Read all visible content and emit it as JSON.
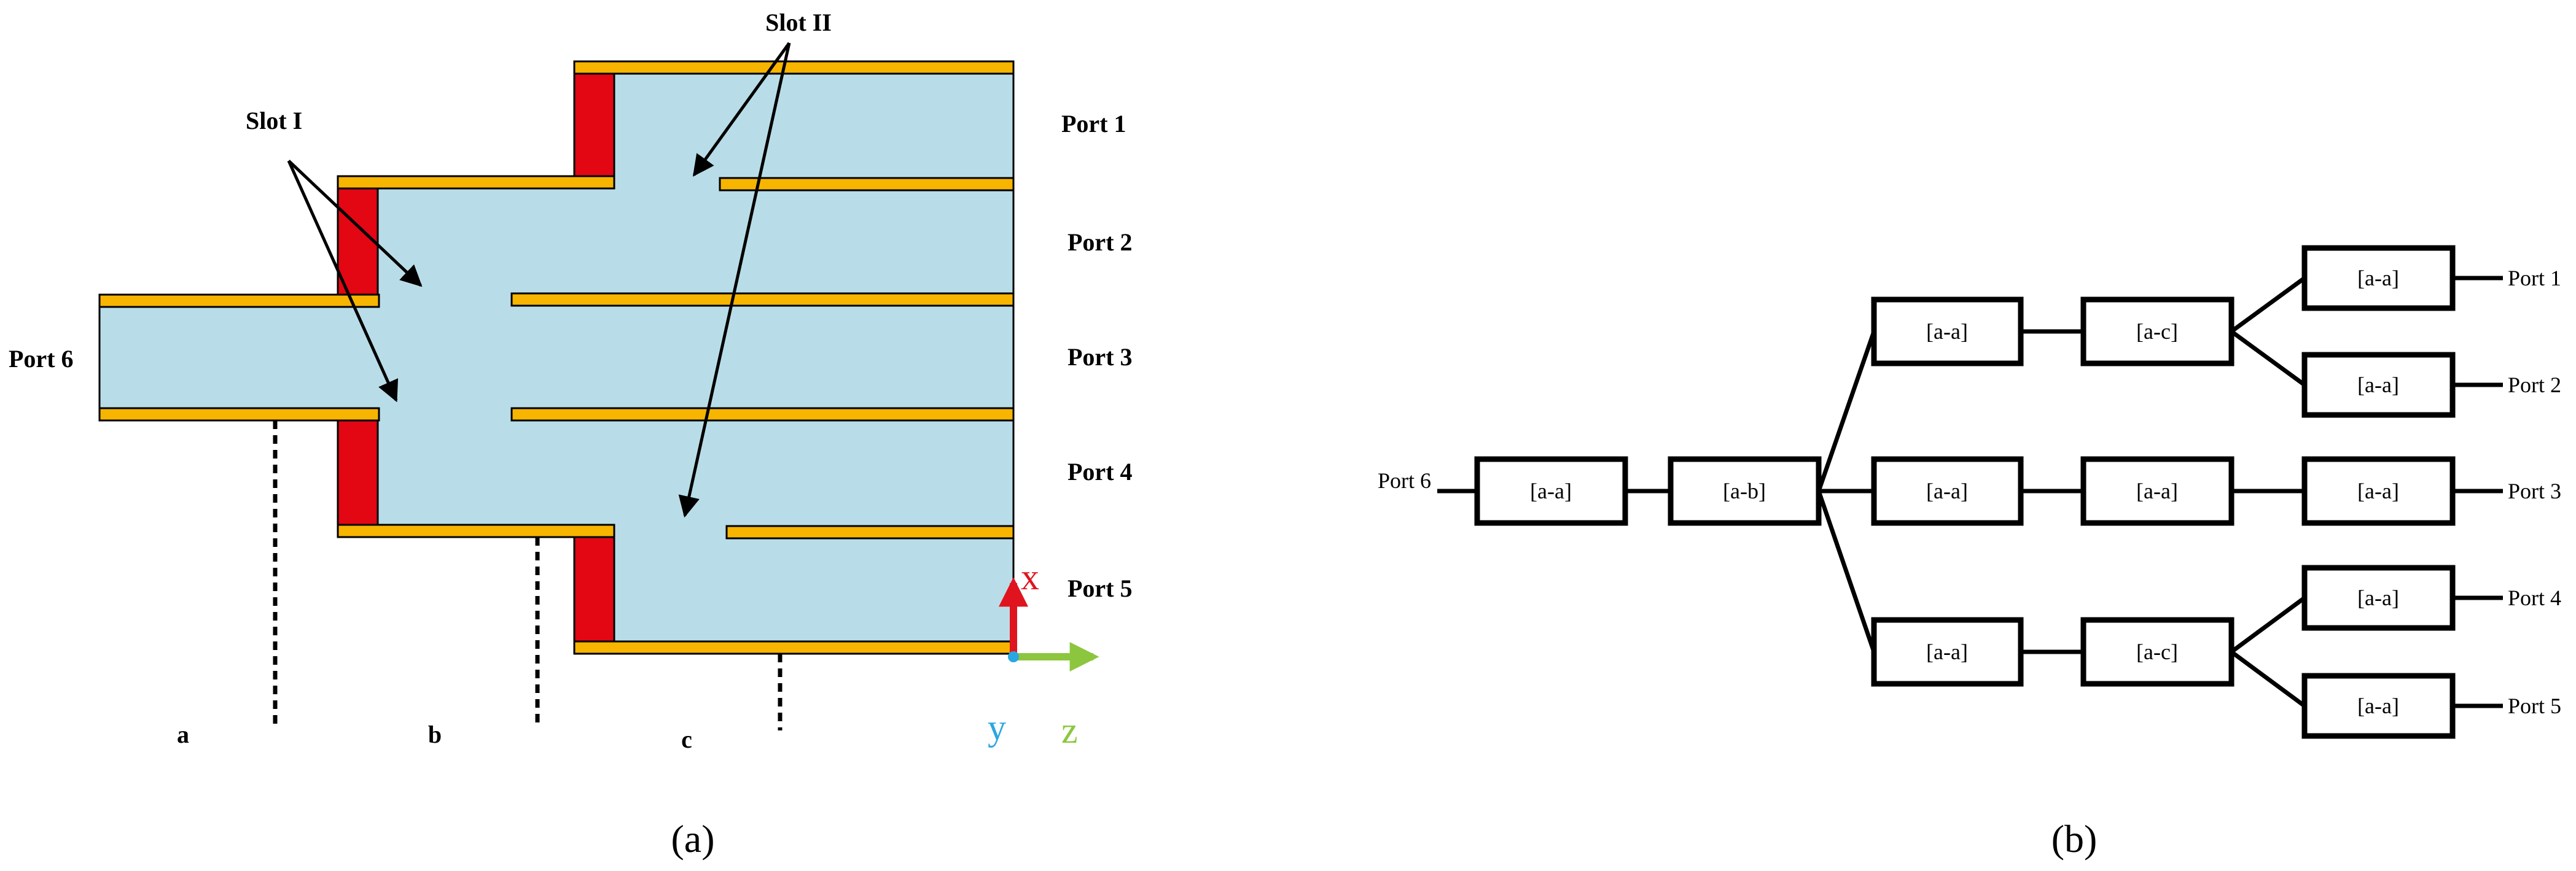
{
  "panel_a": {
    "caption": "(a)",
    "slot_labels": {
      "slot1": "Slot I",
      "slot2": "Slot II"
    },
    "ports": [
      "Port 1",
      "Port 2",
      "Port 3",
      "Port 4",
      "Port 5",
      "Port 6"
    ],
    "sections": [
      "a",
      "b",
      "c"
    ],
    "axes": {
      "x": "x",
      "y": "y",
      "z": "z"
    },
    "colors": {
      "waveguide": "#b9dde8",
      "wall": "#f7b500",
      "slot": "#e30613",
      "x_axis": "#e0141e",
      "y_axis": "#2aa7e0",
      "z_axis": "#8cc63f"
    }
  },
  "panel_b": {
    "caption": "(b)",
    "input_port": "Port 6",
    "blocks": {
      "b1": "[a-a]",
      "b2": "[a-b]",
      "u1": "[a-a]",
      "u2": "[a-c]",
      "m1": "[a-a]",
      "m2": "[a-a]",
      "m3": "[a-a]",
      "l1": "[a-a]",
      "l2": "[a-c]",
      "o1": "[a-a]",
      "o2": "[a-a]",
      "o4": "[a-a]",
      "o5": "[a-a]"
    },
    "outputs": [
      "Port 1",
      "Port 2",
      "Port 3",
      "Port 4",
      "Port 5"
    ]
  }
}
